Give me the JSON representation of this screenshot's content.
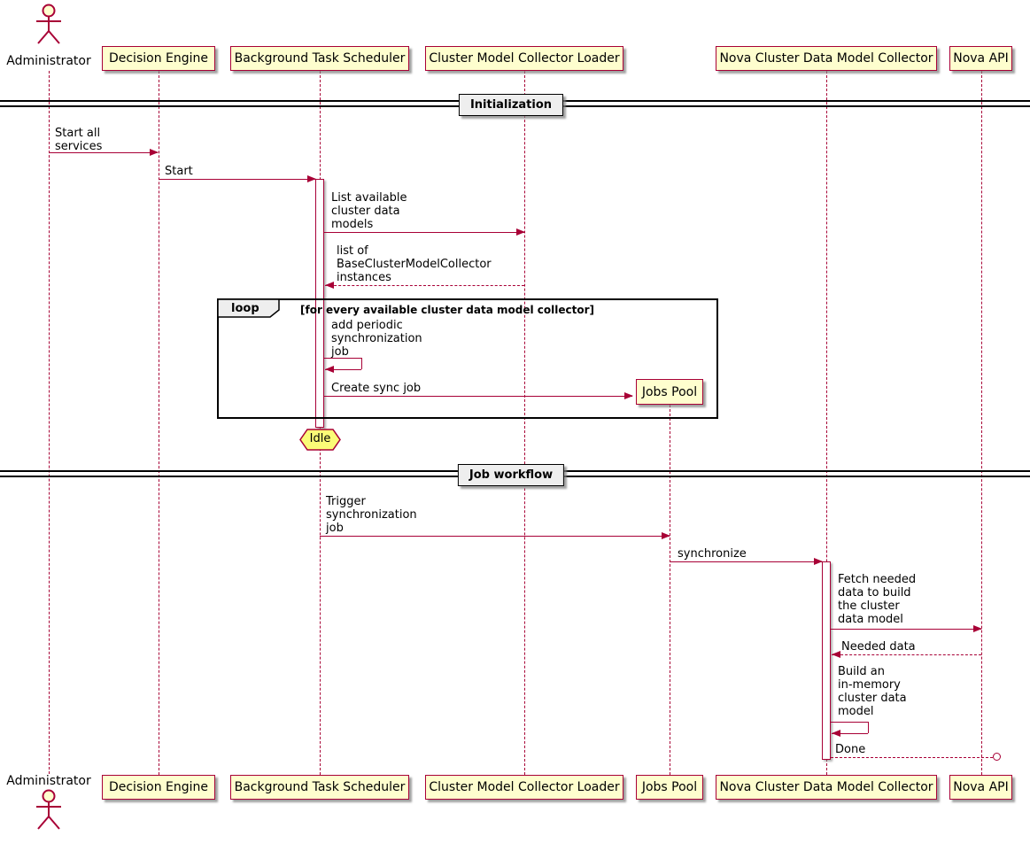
{
  "colors": {
    "accent": "#A80036",
    "participant_fill": "#FEFECE",
    "note_fill": "#FBFB77",
    "divider_fill": "#EEEEEE",
    "frame_border": "#000000"
  },
  "actor": {
    "label": "Administrator"
  },
  "participants": {
    "decision_engine": "Decision Engine",
    "scheduler": "Background Task Scheduler",
    "loader": "Cluster Model Collector Loader",
    "jobs_pool": "Jobs Pool",
    "collector": "Nova Cluster Data Model Collector",
    "nova_api": "Nova API"
  },
  "dividers": {
    "initialization": "Initialization",
    "job_workflow": "Job workflow"
  },
  "loop_frame": {
    "keyword": "loop",
    "condition": "[for every available cluster data model collector]"
  },
  "state_note": "Idle",
  "messages": {
    "start_all_services": "Start all\nservices",
    "start": "Start",
    "list_models": "List available\ncluster data\nmodels",
    "list_models_return": "list of\nBaseClusterModelCollector\ninstances",
    "add_periodic_job": "add periodic\nsynchronization\njob",
    "create_sync_job": "Create sync job",
    "trigger_sync_job": "Trigger\nsynchronization\njob",
    "synchronize": "synchronize",
    "fetch_data": "Fetch needed\ndata to build\nthe cluster\ndata model",
    "needed_data": "Needed data",
    "build_model": "Build an\nin-memory\ncluster data\nmodel",
    "done": "Done"
  }
}
